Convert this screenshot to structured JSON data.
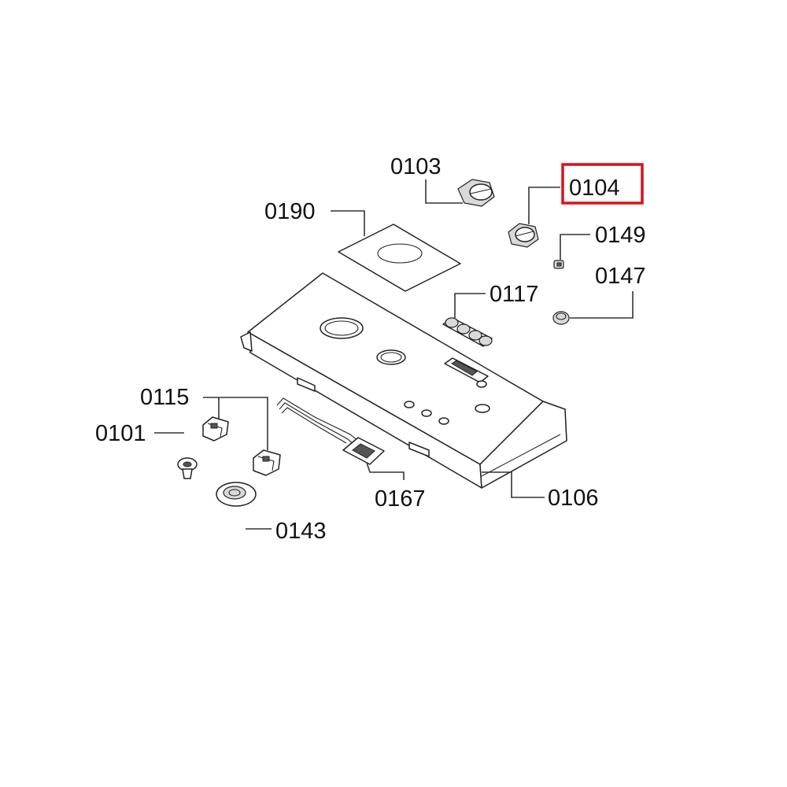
{
  "diagram": {
    "highlight_color": "#d9121b",
    "callouts": {
      "c0103": "0103",
      "c0104": "0104",
      "c0190": "0190",
      "c0149": "0149",
      "c0147": "0147",
      "c0117": "0117",
      "c0115": "0115",
      "c0101": "0101",
      "c0167": "0167",
      "c0106": "0106",
      "c0143": "0143"
    },
    "highlighted_callout": "0104"
  }
}
